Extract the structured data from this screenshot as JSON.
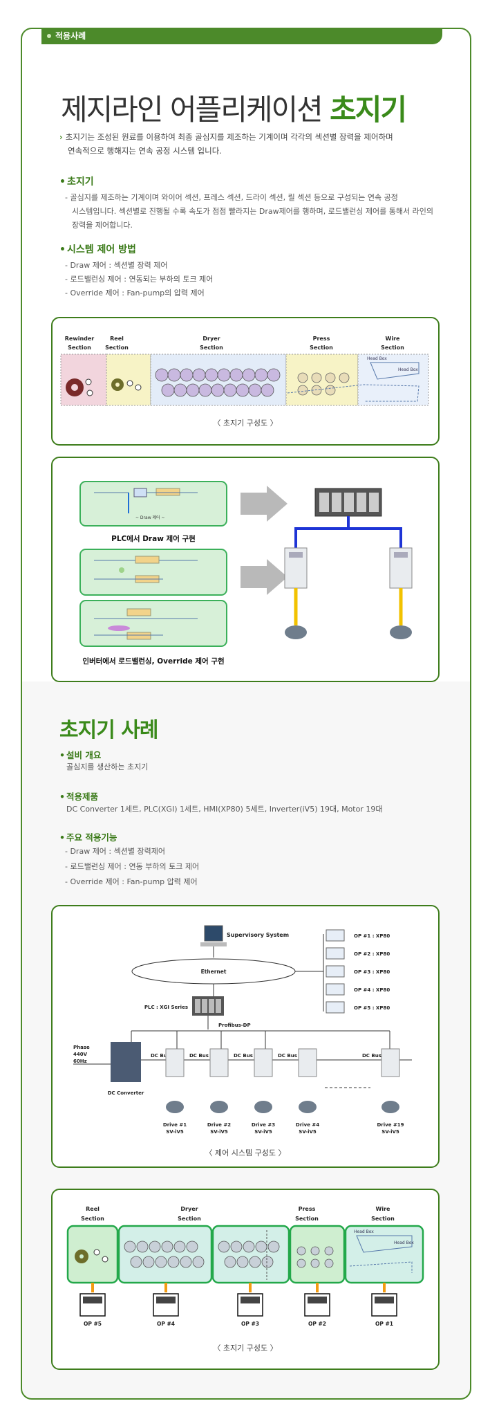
{
  "tab": {
    "label": "적용사례"
  },
  "header": {
    "title_prefix": "제지라인 어플리케이션 ",
    "title_highlight": "초지기"
  },
  "intro": {
    "line1": "초지기는 조성된 원료를 이용하여 최종 골심지를 제조하는 기계이며 각각의 섹션별 장력을 제어하며",
    "line2": "연속적으로 행해지는 연속 공정 시스템 입니다."
  },
  "section_chojigi": {
    "title": "초지기",
    "lines": [
      "- 골심지를 제조하는 기계이며 와이어 섹션, 프레스 섹션, 드라이 섹션, 릴 섹션 등으로 구성되는 연속 공정",
      "시스템입니다. 섹션별로 진행될 수록 속도가 점점 빨라지는 Draw제어를 행하며, 로드밸런싱 제어를 통해서 라인의",
      "장력을 제어합니다."
    ]
  },
  "section_control": {
    "title": "시스템 제어 방법",
    "items": [
      "- Draw 제어 : 섹션별 장력 제어",
      "- 로드밸런싱 제어 : 연동되는 부하의 토크 제어",
      "- Override 제어 : Fan-pump의 압력 제어"
    ]
  },
  "diagram1": {
    "sections": [
      {
        "name": "Rewinder",
        "sub": "Section"
      },
      {
        "name": "Reel",
        "sub": "Section"
      },
      {
        "name": "Dryer",
        "sub": "Section"
      },
      {
        "name": "Press",
        "sub": "Section"
      },
      {
        "name": "Wire",
        "sub": "Section"
      }
    ],
    "headbox1": "Head Box",
    "headbox2": "Head Box",
    "caption": "〈 초지기 구성도 〉"
  },
  "diagram2": {
    "caption_top": "PLC에서 Draw 제어 구현",
    "caption_bottom": "인버터에서 로드밸런싱, Override 제어 구현",
    "draw_label": "~ Draw 제어 ~"
  },
  "case": {
    "title": "초지기 사례",
    "overview_title": "설비 개요",
    "overview_text": "골심지를 생산하는 초지기",
    "products_title": "적용제품",
    "products_text": "DC Converter 1세트, PLC(XGI) 1세트, HMI(XP80) 5세트, Inverter(iV5) 19대, Motor 19대",
    "functions_title": "주요 적용기능",
    "functions": [
      "- Draw 제어 : 섹션별 장력제어",
      "- 로드밸런싱 제어 : 연동 부하의 토크 제어",
      "- Override 제어 : Fan-pump 압력 제어"
    ]
  },
  "diagram3": {
    "supervisory": "Supervisory System",
    "ethernet": "Ethernet",
    "plc": "PLC : XGI Series",
    "profibus": "Profibus-DP",
    "ops": [
      "OP #1 : XP80",
      "OP #2 : XP80",
      "OP #3 : XP80",
      "OP #4 : XP80",
      "OP #5 : XP80"
    ],
    "phase_lines": [
      "Phase",
      "440V",
      "60Hz"
    ],
    "dc_converter": "DC Converter",
    "dc_bus": "DC Bus",
    "drives": [
      {
        "name": "Drive #1",
        "model": "SV-iV5"
      },
      {
        "name": "Drive #2",
        "model": "SV-iV5"
      },
      {
        "name": "Drive #3",
        "model": "SV-iV5"
      },
      {
        "name": "Drive #4",
        "model": "SV-iV5"
      },
      {
        "name": "Drive #19",
        "model": "SV-iV5"
      }
    ],
    "caption": "〈 제어 시스템 구성도 〉"
  },
  "diagram4": {
    "sections": [
      {
        "name": "Reel",
        "sub": "Section"
      },
      {
        "name": "Dryer",
        "sub": "Section"
      },
      {
        "name": "Press",
        "sub": "Section"
      },
      {
        "name": "Wire",
        "sub": "Section"
      }
    ],
    "headbox1": "Head Box",
    "headbox2": "Head Box",
    "ops": [
      "OP #5",
      "OP #4",
      "OP #3",
      "OP #2",
      "OP #1"
    ],
    "caption": "〈 초지기 구성도 〉"
  },
  "colors": {
    "brand_green": "#4c8a2a",
    "title_green": "#3a8a1a"
  }
}
